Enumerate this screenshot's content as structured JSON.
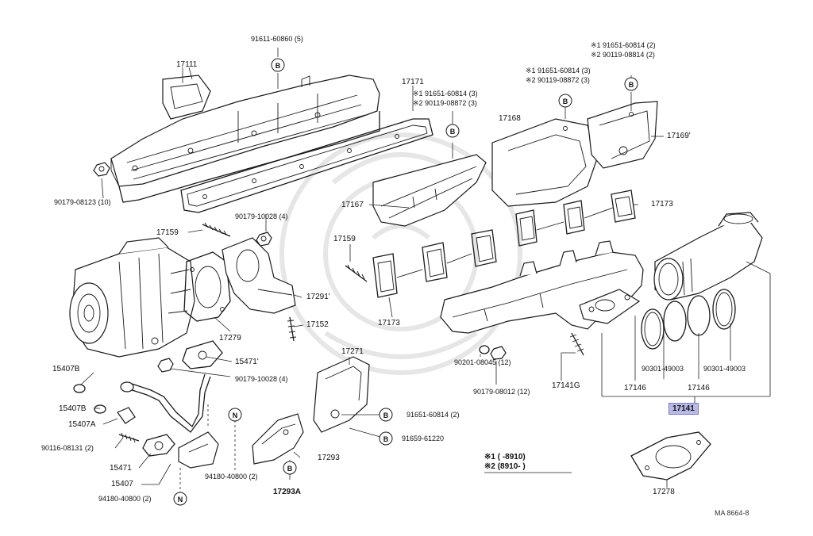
{
  "callouts": {
    "c17111": "17111",
    "c91611": "91611-60860 (5)",
    "c17171": "17171",
    "c17171n1": "※1 91651-60814 (3)",
    "c17171n2": "※2 90119-08872 (3)",
    "c17168": "17168",
    "c17168n1": "※1 91651-60814 (3)",
    "c17168n2": "※2 90119-08872 (3)",
    "c17169n1": "※1 91651-60814 (2)",
    "c17169n2": "※2 90119-08814 (2)",
    "c17169": "17169'",
    "c90179_08123": "90179-08123 (10)",
    "c90179_10028a": "90179-10028 (4)",
    "c17167": "17167",
    "c17173a": "17173",
    "c17159a": "17159",
    "c17159b": "17159",
    "c17291": "17291'",
    "c17152": "17152",
    "c17173b": "17173",
    "c17279": "17279",
    "c15471a": "15471'",
    "c17271": "17271",
    "c90201": "90201-08045 (12)",
    "c90179_08012": "90179-08012 (12)",
    "c17141g": "17141G",
    "c17146a": "17146",
    "c90301a": "90301-49003",
    "c17146b": "17146",
    "c90301b": "90301-49003",
    "c17141": "17141",
    "c15407b": "15407B",
    "c90179_10028b": "90179-10028 (4)",
    "c15407b2": "15407B",
    "c15407a": "15407A",
    "c91651_2": "91651-60814 (2)",
    "c90116": "90116-08131 (2)",
    "c91659": "91659-61220",
    "c15471b": "15471",
    "c17293": "17293",
    "c15407": "15407",
    "c94180a": "94180-40800 (2)",
    "c17293a": "17293A",
    "c94180b": "94180-40800 (2)",
    "c17278": "17278",
    "noteLine1": "※1 (      -8910)",
    "noteLine2": "※2 (8910-       )",
    "diagramRef": "MA 8664-8"
  },
  "symbols": {
    "bolt": "B",
    "nut": "N"
  }
}
